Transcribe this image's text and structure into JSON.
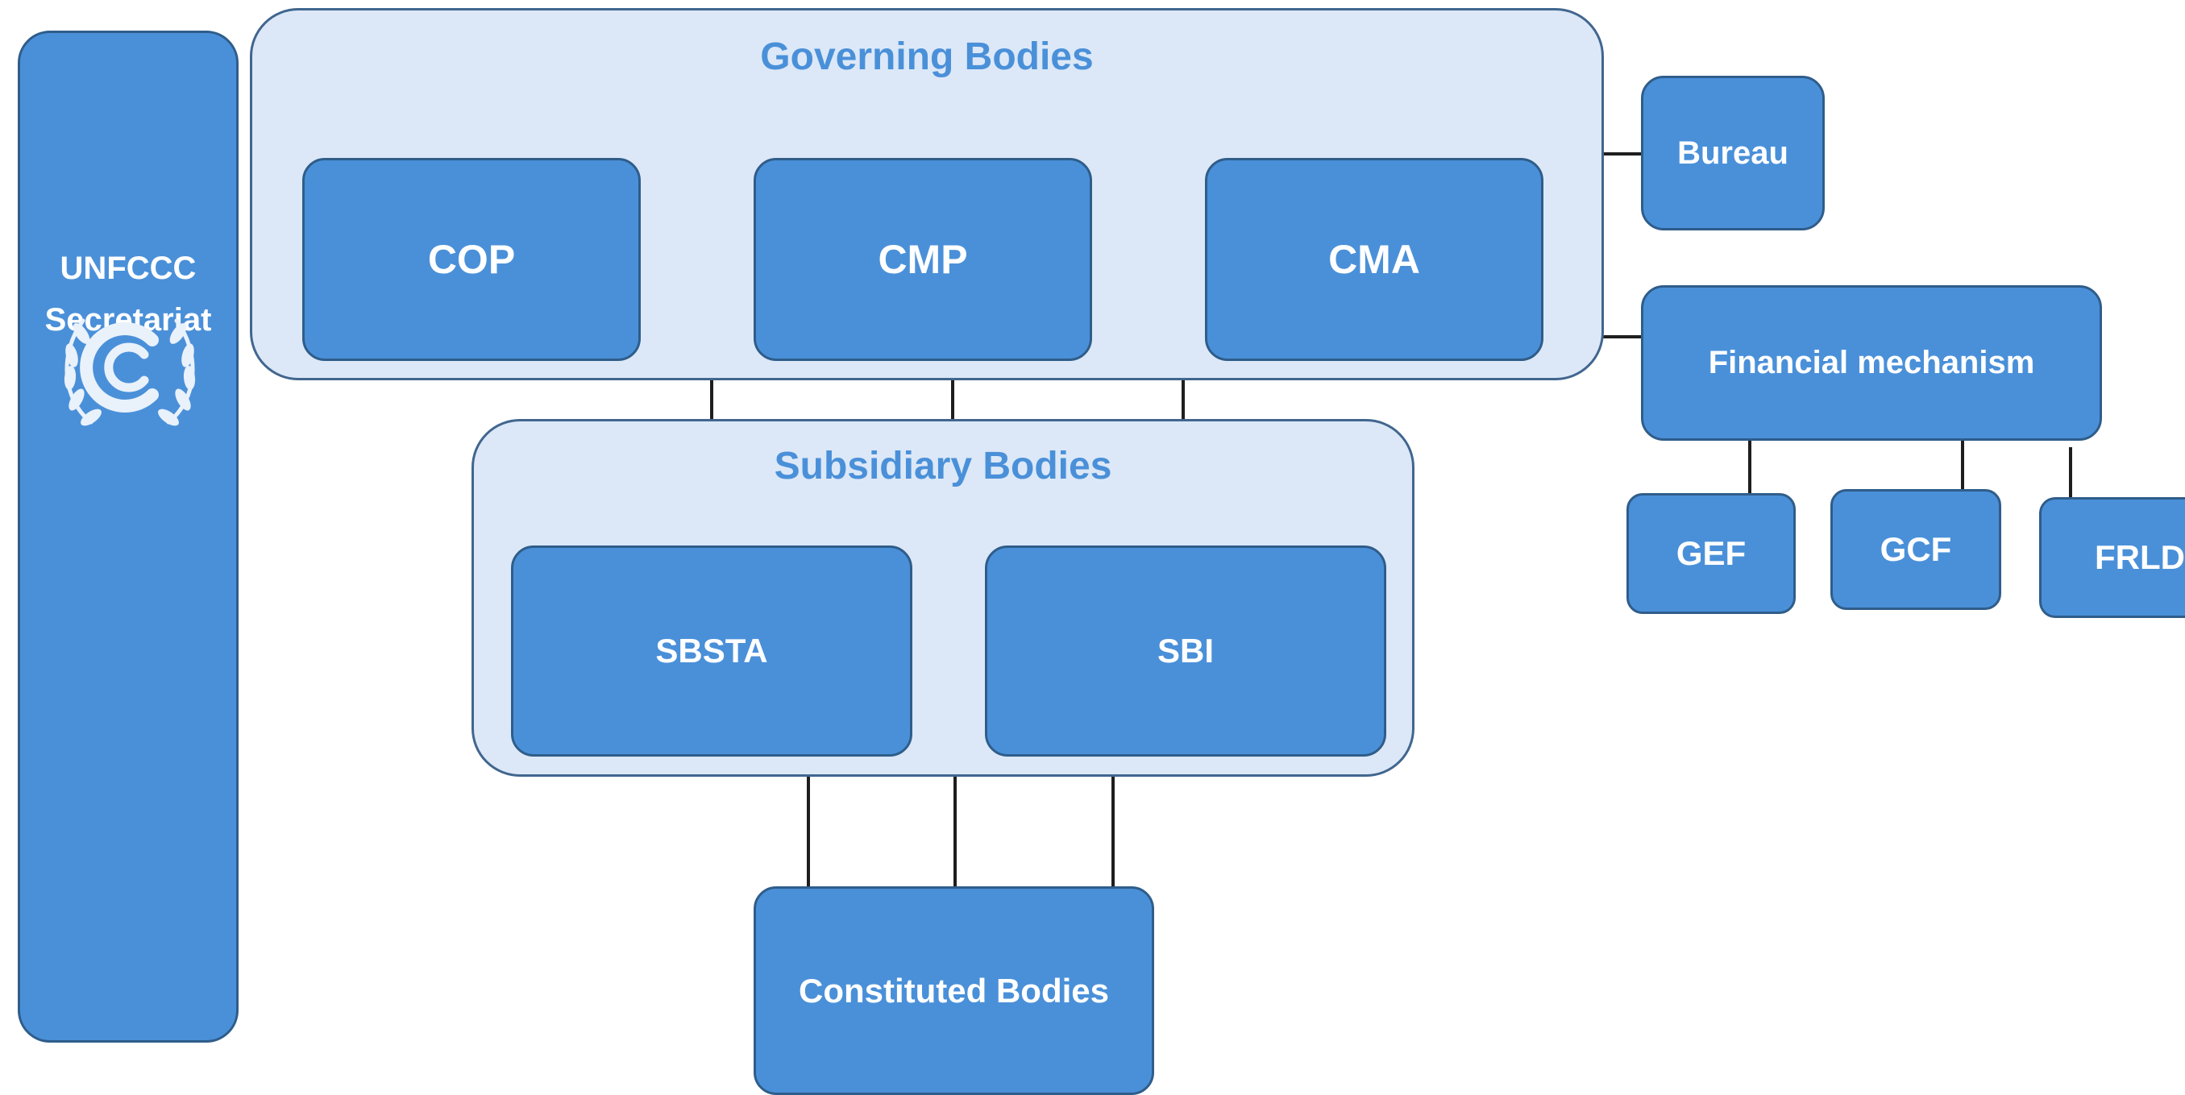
{
  "secretariat": {
    "label_line1": "UNFCCC",
    "label_line2": "Secretariat"
  },
  "governing": {
    "title": "Governing Bodies",
    "items": [
      {
        "label": "COP"
      },
      {
        "label": "CMP"
      },
      {
        "label": "CMA"
      }
    ]
  },
  "subsidiary": {
    "title": "Subsidiary Bodies",
    "items": [
      {
        "label": "SBSTA"
      },
      {
        "label": "SBI"
      }
    ]
  },
  "constituted": {
    "label": "Constituted Bodies"
  },
  "bureau": {
    "label": "Bureau"
  },
  "financial": {
    "label": "Financial mechanism",
    "children": [
      {
        "label": "GEF"
      },
      {
        "label": "GCF"
      },
      {
        "label": "FRLD"
      }
    ]
  },
  "colors": {
    "box_fill": "#4a90d9",
    "box_border": "#2f5d8a",
    "group_fill": "#dce8f7",
    "title_text": "#4a90d9",
    "connector": "#1e1e1e"
  },
  "icons": {
    "emblem": "un-laurel-climate-emblem-icon"
  }
}
